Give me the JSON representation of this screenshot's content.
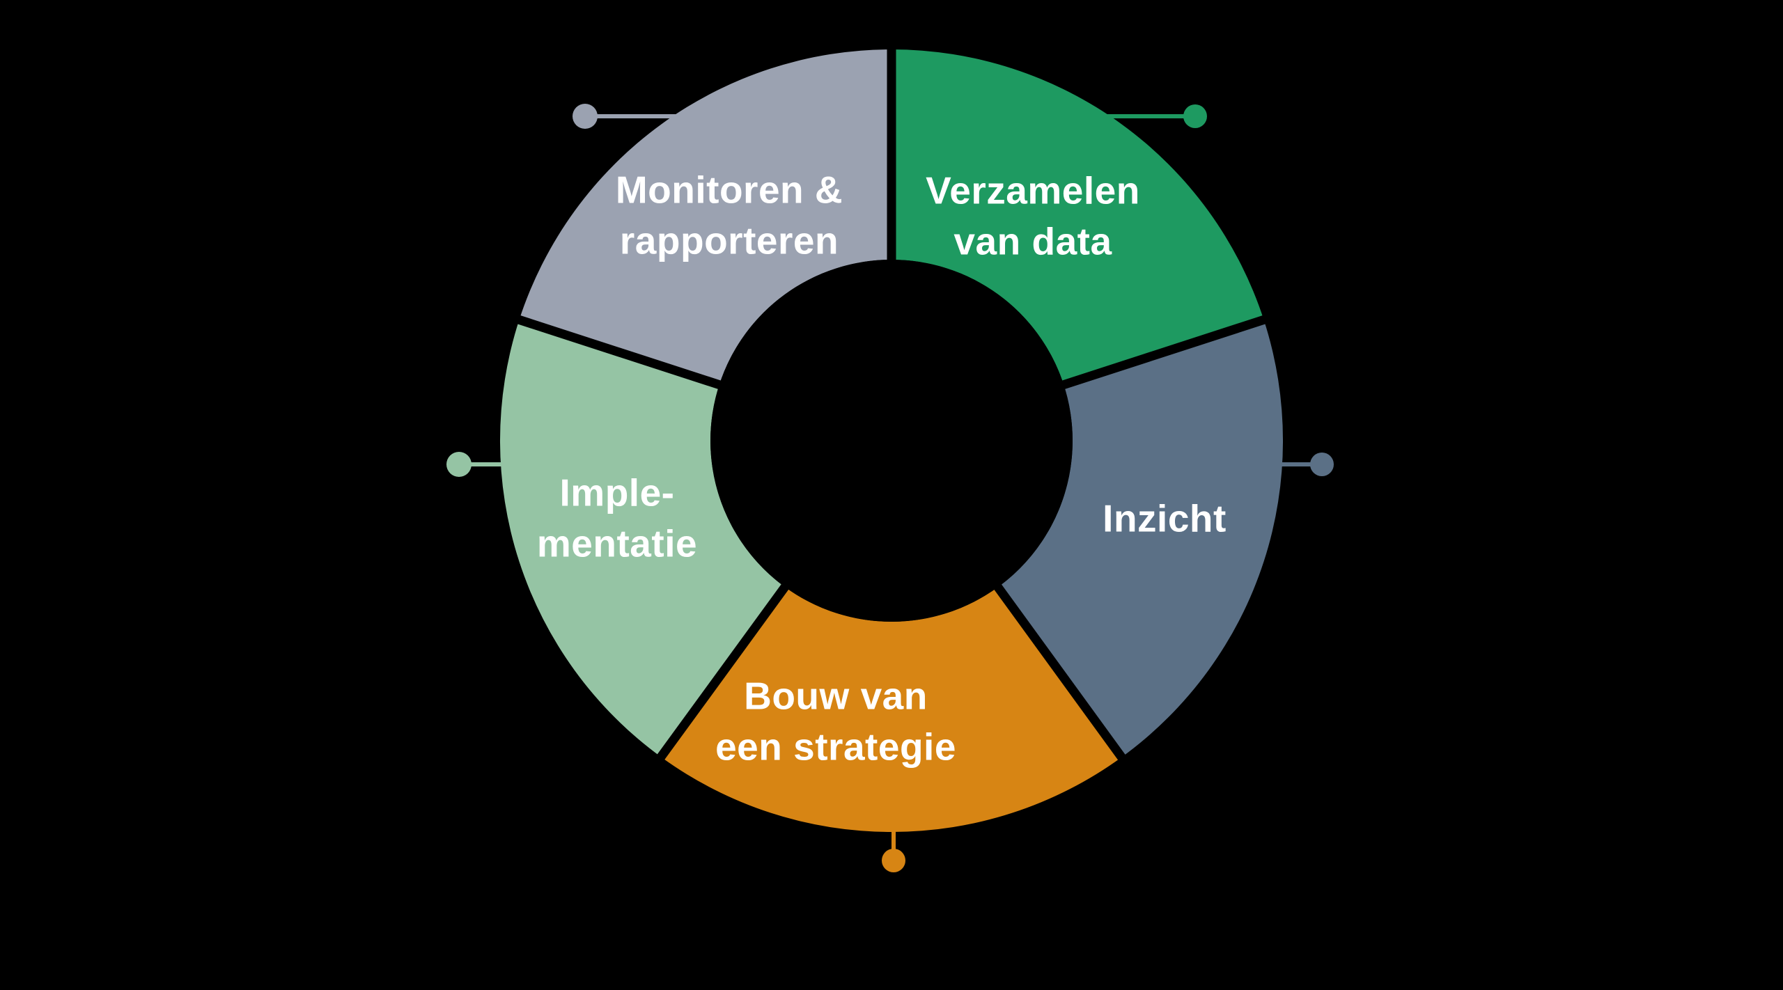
{
  "page": {
    "background_color": "#000000",
    "description": "Cyclus-diagram met vijf fasen (donut met callout-stippen)"
  },
  "chart_data": {
    "type": "pie",
    "variant": "donut-cycle",
    "title": "",
    "legend_position": "none",
    "text_color": "#ffffff",
    "gap_color": "#000000",
    "order": "clockwise-from-top",
    "segments": [
      {
        "label": "Verzamelen van data",
        "label_lines": [
          "Verzamelen",
          "van data"
        ],
        "value_percent": 20,
        "start_angle_deg": 0,
        "end_angle_deg": 72,
        "color": "#1e9a61",
        "callout_position": "top-right"
      },
      {
        "label": "Inzicht",
        "label_lines": [
          "Inzicht"
        ],
        "value_percent": 20,
        "start_angle_deg": 72,
        "end_angle_deg": 144,
        "color": "#5b7086",
        "callout_position": "right"
      },
      {
        "label": "Bouw van een strategie",
        "label_lines": [
          "Bouw van",
          "een strategie"
        ],
        "value_percent": 20,
        "start_angle_deg": 144,
        "end_angle_deg": 216,
        "color": "#d78514",
        "callout_position": "bottom"
      },
      {
        "label": "Implementatie",
        "label_lines": [
          "Imple-",
          "mentatie"
        ],
        "value_percent": 20,
        "start_angle_deg": 216,
        "end_angle_deg": 288,
        "color": "#95c4a4",
        "callout_position": "left"
      },
      {
        "label": "Monitoren & rapporteren",
        "label_lines": [
          "Monitoren &",
          "rapporteren"
        ],
        "value_percent": 20,
        "start_angle_deg": 288,
        "end_angle_deg": 360,
        "color": "#9ba2b1",
        "callout_position": "top-left"
      }
    ]
  }
}
